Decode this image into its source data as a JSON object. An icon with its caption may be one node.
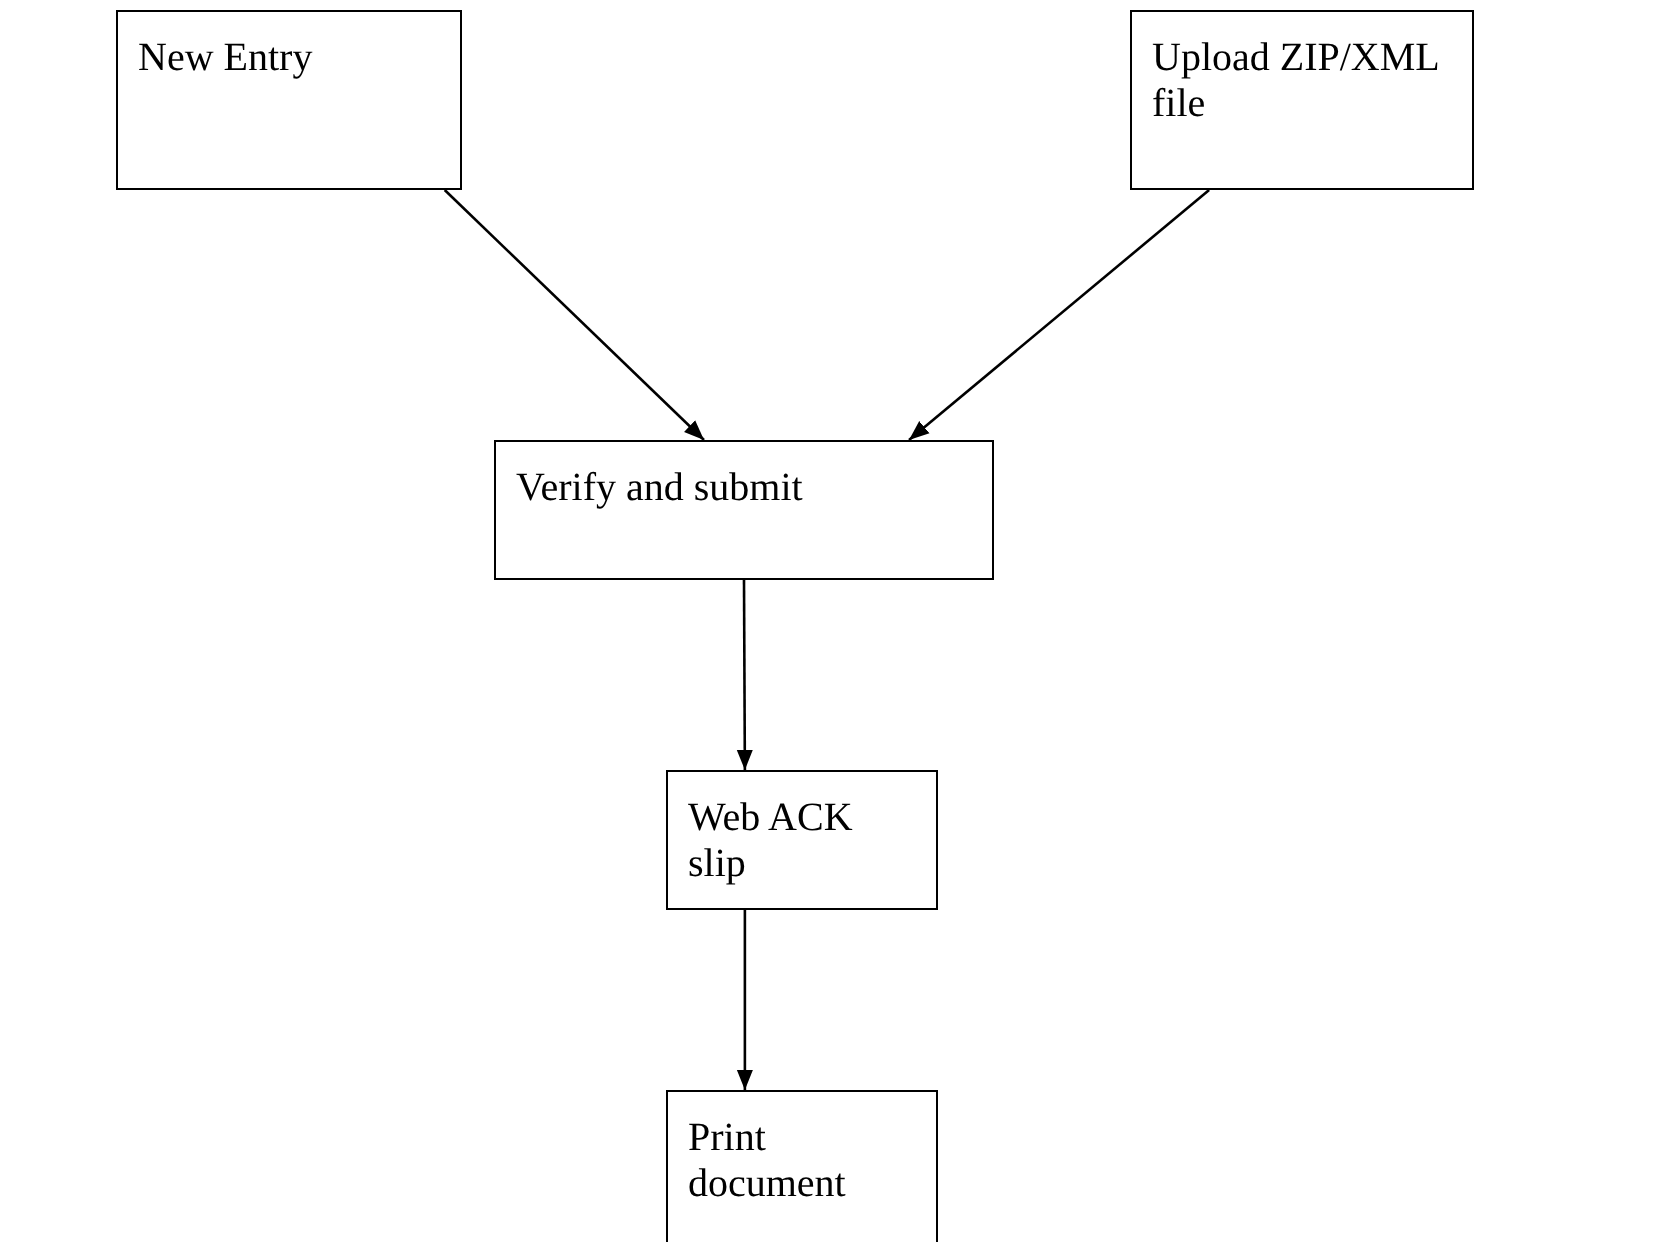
{
  "diagram": {
    "nodes": [
      {
        "text": [
          "New Entry"
        ]
      },
      {
        "text": [
          "Upload ZIP/XML file"
        ]
      },
      {
        "text": [
          "Verify and submit"
        ]
      },
      {
        "text": [
          "Web ACK slip"
        ]
      },
      {
        "text": [
          "Print document"
        ]
      }
    ],
    "edges": [
      {
        "from": 0,
        "to": 2,
        "arrow": "to"
      },
      {
        "from": 1,
        "to": 2,
        "arrow": "to"
      },
      {
        "from": 2,
        "to": 3,
        "arrow": "to"
      },
      {
        "from": 3,
        "to": 4,
        "arrow": "to"
      }
    ]
  }
}
